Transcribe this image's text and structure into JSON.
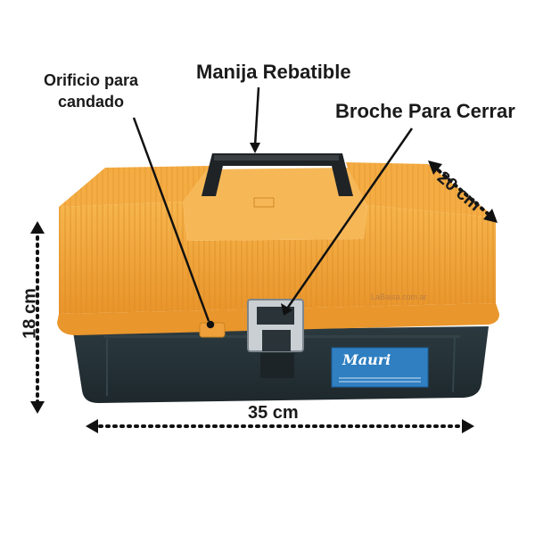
{
  "callouts": {
    "lock_hole_line1": "Orificio para",
    "lock_hole_line2": "candado",
    "handle": "Manija Rebatible",
    "clasp": "Broche Para Cerrar"
  },
  "dimensions": {
    "depth": "20 cm",
    "height": "18 cm",
    "width": "35 cm"
  },
  "product": {
    "brand_logo": "Mauri",
    "watermark": "LaBaisa.com.ar"
  },
  "colors": {
    "lid_orange": "#f2a131",
    "base_dark": "#253238",
    "handle_black": "#1f2326",
    "label_blue": "#2f7fc1"
  }
}
